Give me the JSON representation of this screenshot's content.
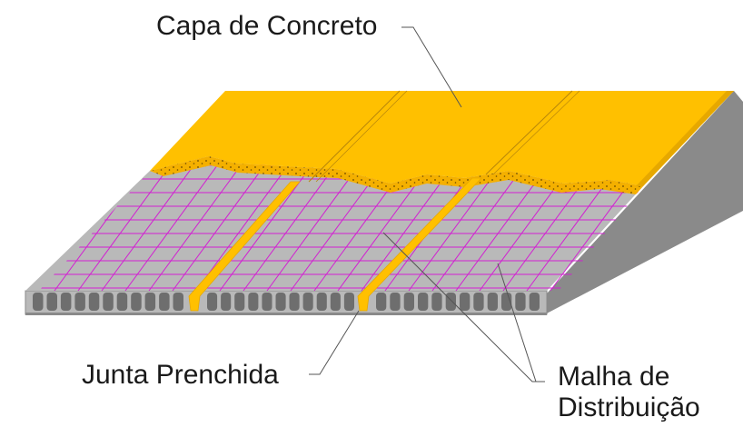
{
  "labels": {
    "capa": "Capa de Concreto",
    "junta": "Junta Prenchida",
    "malha_line1": "Malha de",
    "malha_line2": "Distribuição"
  },
  "colors": {
    "concrete_topping": "#ffc000",
    "slab_gray": "#b9b9b9",
    "slab_dark": "#8a8a8a",
    "cores": "#6e6e6e",
    "mesh": "#d21fd2",
    "joint_fill": "#ffc000"
  }
}
